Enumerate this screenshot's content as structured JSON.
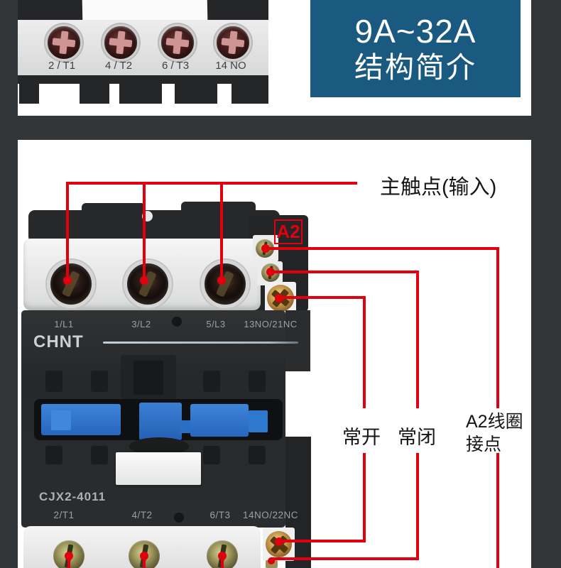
{
  "badge": {
    "amp_range": "9A~32A",
    "title": "结构简介"
  },
  "top_photo": {
    "terminal_labels": [
      "2 / T1",
      "4 / T2",
      "6 / T3",
      "14 NO"
    ]
  },
  "diagram": {
    "main_contacts_label": "主触点(输入)",
    "a2_label": "A2",
    "normally_open_label": "常开",
    "normally_closed_label": "常闭",
    "coil_label_line1": "A2线圈",
    "coil_label_line2": "接点"
  },
  "contactor": {
    "brand": "CHNT",
    "model": "CJX2-4011",
    "top_terminals": [
      "1/L1",
      "3/L2",
      "5/L3",
      "13NO/21NC"
    ],
    "bottom_terminals": [
      "2/T1",
      "4/T2",
      "6/T3",
      "14NO/22NC"
    ]
  },
  "colors": {
    "annotation_red": "#e2000f",
    "badge_blue": "#1a5a80",
    "page_background": "#333638",
    "actuator_blue": "#2f78d0"
  }
}
